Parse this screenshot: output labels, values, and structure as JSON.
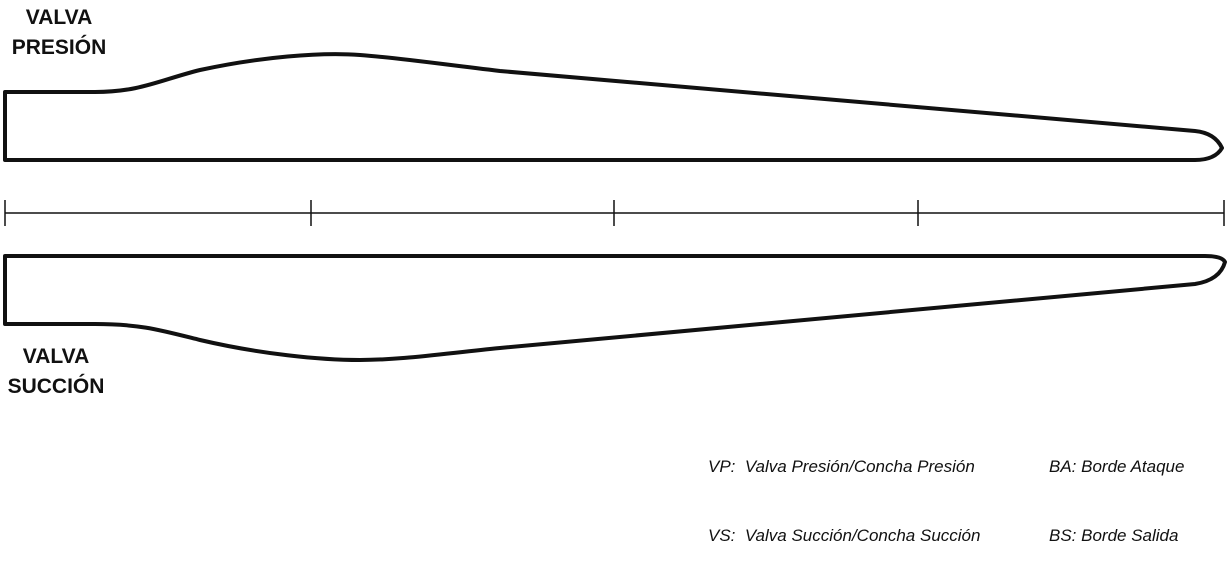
{
  "labels": {
    "pressure_line1": "VALVA",
    "pressure_line2": "PRESIÓN",
    "suction_line1": "VALVA",
    "suction_line2": "SUCCIÓN"
  },
  "legend": {
    "vp": "VP:  Valva Presión/Concha Presión",
    "vs": "VS:  Valva Succión/Concha Succión",
    "ba": "BA: Borde Ataque",
    "bs": "BS: Borde Salida"
  },
  "colors": {
    "stroke": "#111111",
    "background": "#ffffff"
  },
  "scale": {
    "divisions": 4
  }
}
